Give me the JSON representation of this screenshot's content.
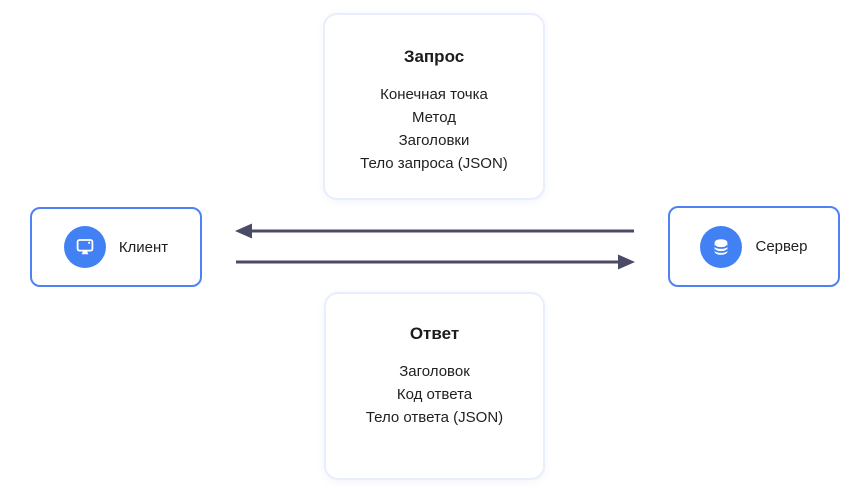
{
  "diagram": {
    "type": "client-server-flow",
    "request_card": {
      "title": "Запрос",
      "items": [
        "Конечная точка",
        "Метод",
        "Заголовки",
        "Тело запроса (JSON)"
      ]
    },
    "response_card": {
      "title": "Ответ",
      "items": [
        "Заголовок",
        "Код ответа",
        "Тело ответа (JSON)"
      ]
    },
    "client_node": {
      "label": "Клиент",
      "icon": "monitor-icon"
    },
    "server_node": {
      "label": "Сервер",
      "icon": "database-icon"
    },
    "arrows": {
      "top": "server-to-client",
      "bottom": "client-to-server"
    },
    "colors": {
      "accent_blue": "#4181f4",
      "node_border_blue": "#4e82f4",
      "card_border": "#e8eefc",
      "arrow": "#4b4a67",
      "text": "#212121"
    }
  }
}
